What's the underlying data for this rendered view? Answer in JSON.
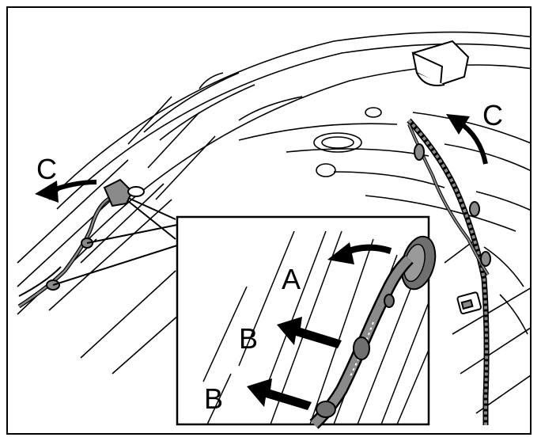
{
  "labels": {
    "c_left": "C",
    "c_right": "C",
    "a": "A",
    "b_upper": "B",
    "b_lower": "B"
  },
  "colors": {
    "line": "#000000",
    "grommet": "#6f6f6f",
    "harness": "#8a8a8a",
    "arrow": "#000000",
    "background": "#ffffff"
  },
  "icons": {
    "removal_arrow": "curved-arrow-icon",
    "pull_arrow": "block-arrow-icon",
    "connector": "connector-icon"
  }
}
